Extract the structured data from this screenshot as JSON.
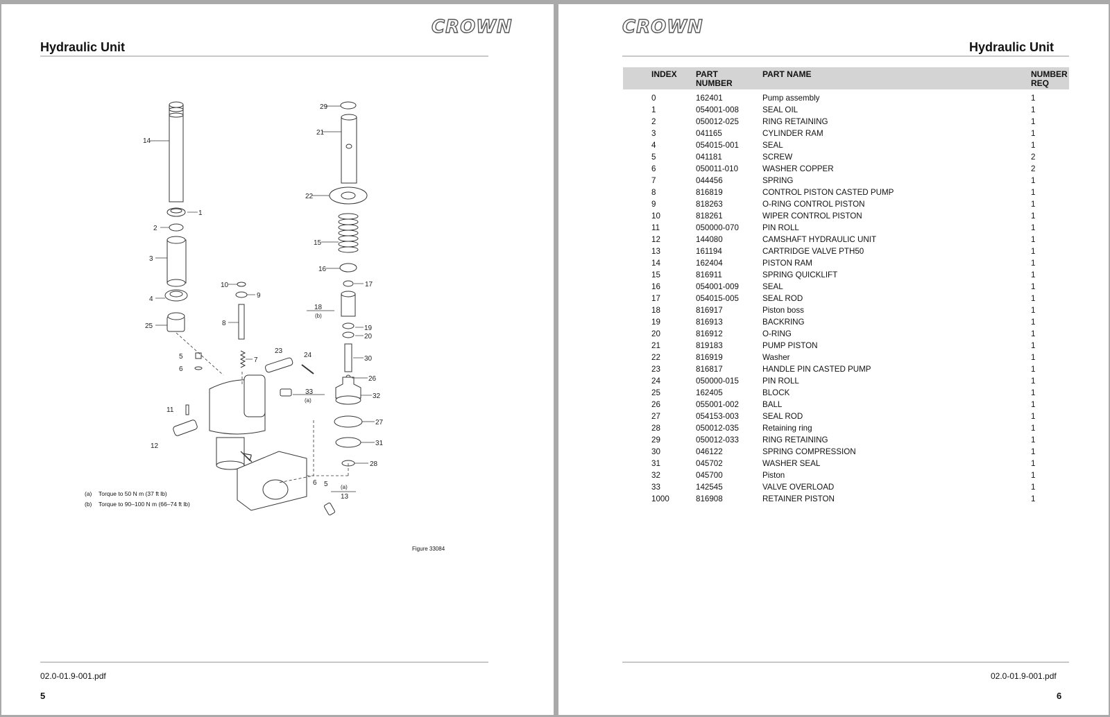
{
  "left_page": {
    "logo": "CROWN",
    "title": "Hydraulic Unit",
    "figure_caption": "Figure 33084",
    "notes": [
      {
        "key": "(a)",
        "text": "Torque to 50 N m (37 ft lb)"
      },
      {
        "key": "(b)",
        "text": "Torque to 90–100 N m (66–74 ft lb)"
      }
    ],
    "footer_file": "02.0-01.9-001.pdf",
    "page_number": "5",
    "callouts": {
      "c14": "14",
      "c1": "1",
      "c2": "2",
      "c3": "3",
      "c4": "4",
      "c25": "25",
      "c10": "10",
      "c9": "9",
      "c8": "8",
      "c7": "7",
      "c5": "5",
      "c6": "6",
      "c11": "11",
      "c12": "12",
      "c23": "23",
      "c24": "24",
      "c33": "33",
      "ca1": "(a)",
      "c29": "29",
      "c21": "21",
      "c22": "22",
      "c15": "15",
      "c16": "16",
      "c17": "17",
      "c18": "18",
      "cb": "(b)",
      "c19": "19",
      "c20": "20",
      "c30": "30",
      "c26": "26",
      "c32": "32",
      "c27": "27",
      "c31": "31",
      "c28": "28",
      "c6b": "6",
      "c5b": "5",
      "ca2": "(a)",
      "c13": "13"
    }
  },
  "right_page": {
    "logo": "CROWN",
    "title": "Hydraulic Unit",
    "table": {
      "headers": {
        "index": "INDEX",
        "part_number": "PART NUMBER",
        "part_name": "PART NAME",
        "number_req": "NUMBER REQ"
      },
      "rows": [
        {
          "index": "0",
          "part_number": "162401",
          "part_name": "Pump assembly",
          "qty": "1"
        },
        {
          "index": "1",
          "part_number": "054001-008",
          "part_name": "SEAL OIL",
          "qty": "1"
        },
        {
          "index": "2",
          "part_number": "050012-025",
          "part_name": "RING RETAINING",
          "qty": "1"
        },
        {
          "index": "3",
          "part_number": "041165",
          "part_name": "CYLINDER RAM",
          "qty": "1"
        },
        {
          "index": "4",
          "part_number": "054015-001",
          "part_name": "SEAL",
          "qty": "1"
        },
        {
          "index": "5",
          "part_number": "041181",
          "part_name": "SCREW",
          "qty": "2"
        },
        {
          "index": "6",
          "part_number": "050011-010",
          "part_name": "WASHER COPPER",
          "qty": "2"
        },
        {
          "index": "7",
          "part_number": "044456",
          "part_name": "SPRING",
          "qty": "1"
        },
        {
          "index": "8",
          "part_number": "816819",
          "part_name": "CONTROL PISTON CASTED PUMP",
          "qty": "1"
        },
        {
          "index": "9",
          "part_number": "818263",
          "part_name": "O-RING CONTROL PISTON",
          "qty": "1"
        },
        {
          "index": "10",
          "part_number": "818261",
          "part_name": "WIPER CONTROL PISTON",
          "qty": "1"
        },
        {
          "index": "11",
          "part_number": "050000-070",
          "part_name": "PIN ROLL",
          "qty": "1"
        },
        {
          "index": "12",
          "part_number": "144080",
          "part_name": "CAMSHAFT HYDRAULIC UNIT",
          "qty": "1"
        },
        {
          "index": "13",
          "part_number": "161194",
          "part_name": "CARTRIDGE VALVE PTH50",
          "qty": "1"
        },
        {
          "index": "14",
          "part_number": "162404",
          "part_name": "PISTON RAM",
          "qty": "1"
        },
        {
          "index": "15",
          "part_number": "816911",
          "part_name": "SPRING QUICKLIFT",
          "qty": "1"
        },
        {
          "index": "16",
          "part_number": "054001-009",
          "part_name": "SEAL",
          "qty": "1"
        },
        {
          "index": "17",
          "part_number": "054015-005",
          "part_name": "SEAL ROD",
          "qty": "1"
        },
        {
          "index": "18",
          "part_number": "816917",
          "part_name": "Piston boss",
          "qty": "1"
        },
        {
          "index": "19",
          "part_number": "816913",
          "part_name": "BACKRING",
          "qty": "1"
        },
        {
          "index": "20",
          "part_number": "816912",
          "part_name": "O-RING",
          "qty": "1"
        },
        {
          "index": "21",
          "part_number": "819183",
          "part_name": "PUMP PISTON",
          "qty": "1"
        },
        {
          "index": "22",
          "part_number": "816919",
          "part_name": "Washer",
          "qty": "1"
        },
        {
          "index": "23",
          "part_number": "816817",
          "part_name": "HANDLE PIN CASTED PUMP",
          "qty": "1"
        },
        {
          "index": "24",
          "part_number": "050000-015",
          "part_name": "PIN ROLL",
          "qty": "1"
        },
        {
          "index": "25",
          "part_number": "162405",
          "part_name": "BLOCK",
          "qty": "1"
        },
        {
          "index": "26",
          "part_number": "055001-002",
          "part_name": "BALL",
          "qty": "1"
        },
        {
          "index": "27",
          "part_number": "054153-003",
          "part_name": "SEAL ROD",
          "qty": "1"
        },
        {
          "index": "28",
          "part_number": "050012-035",
          "part_name": "Retaining ring",
          "qty": "1"
        },
        {
          "index": "29",
          "part_number": "050012-033",
          "part_name": "RING RETAINING",
          "qty": "1"
        },
        {
          "index": "30",
          "part_number": "046122",
          "part_name": "SPRING COMPRESSION",
          "qty": "1"
        },
        {
          "index": "31",
          "part_number": "045702",
          "part_name": "WASHER SEAL",
          "qty": "1"
        },
        {
          "index": "32",
          "part_number": "045700",
          "part_name": "Piston",
          "qty": "1"
        },
        {
          "index": "33",
          "part_number": "142545",
          "part_name": "VALVE OVERLOAD",
          "qty": "1"
        },
        {
          "index": "1000",
          "part_number": "816908",
          "part_name": "RETAINER PISTON",
          "qty": "1"
        }
      ]
    },
    "footer_file": "02.0-01.9-001.pdf",
    "page_number": "6"
  }
}
